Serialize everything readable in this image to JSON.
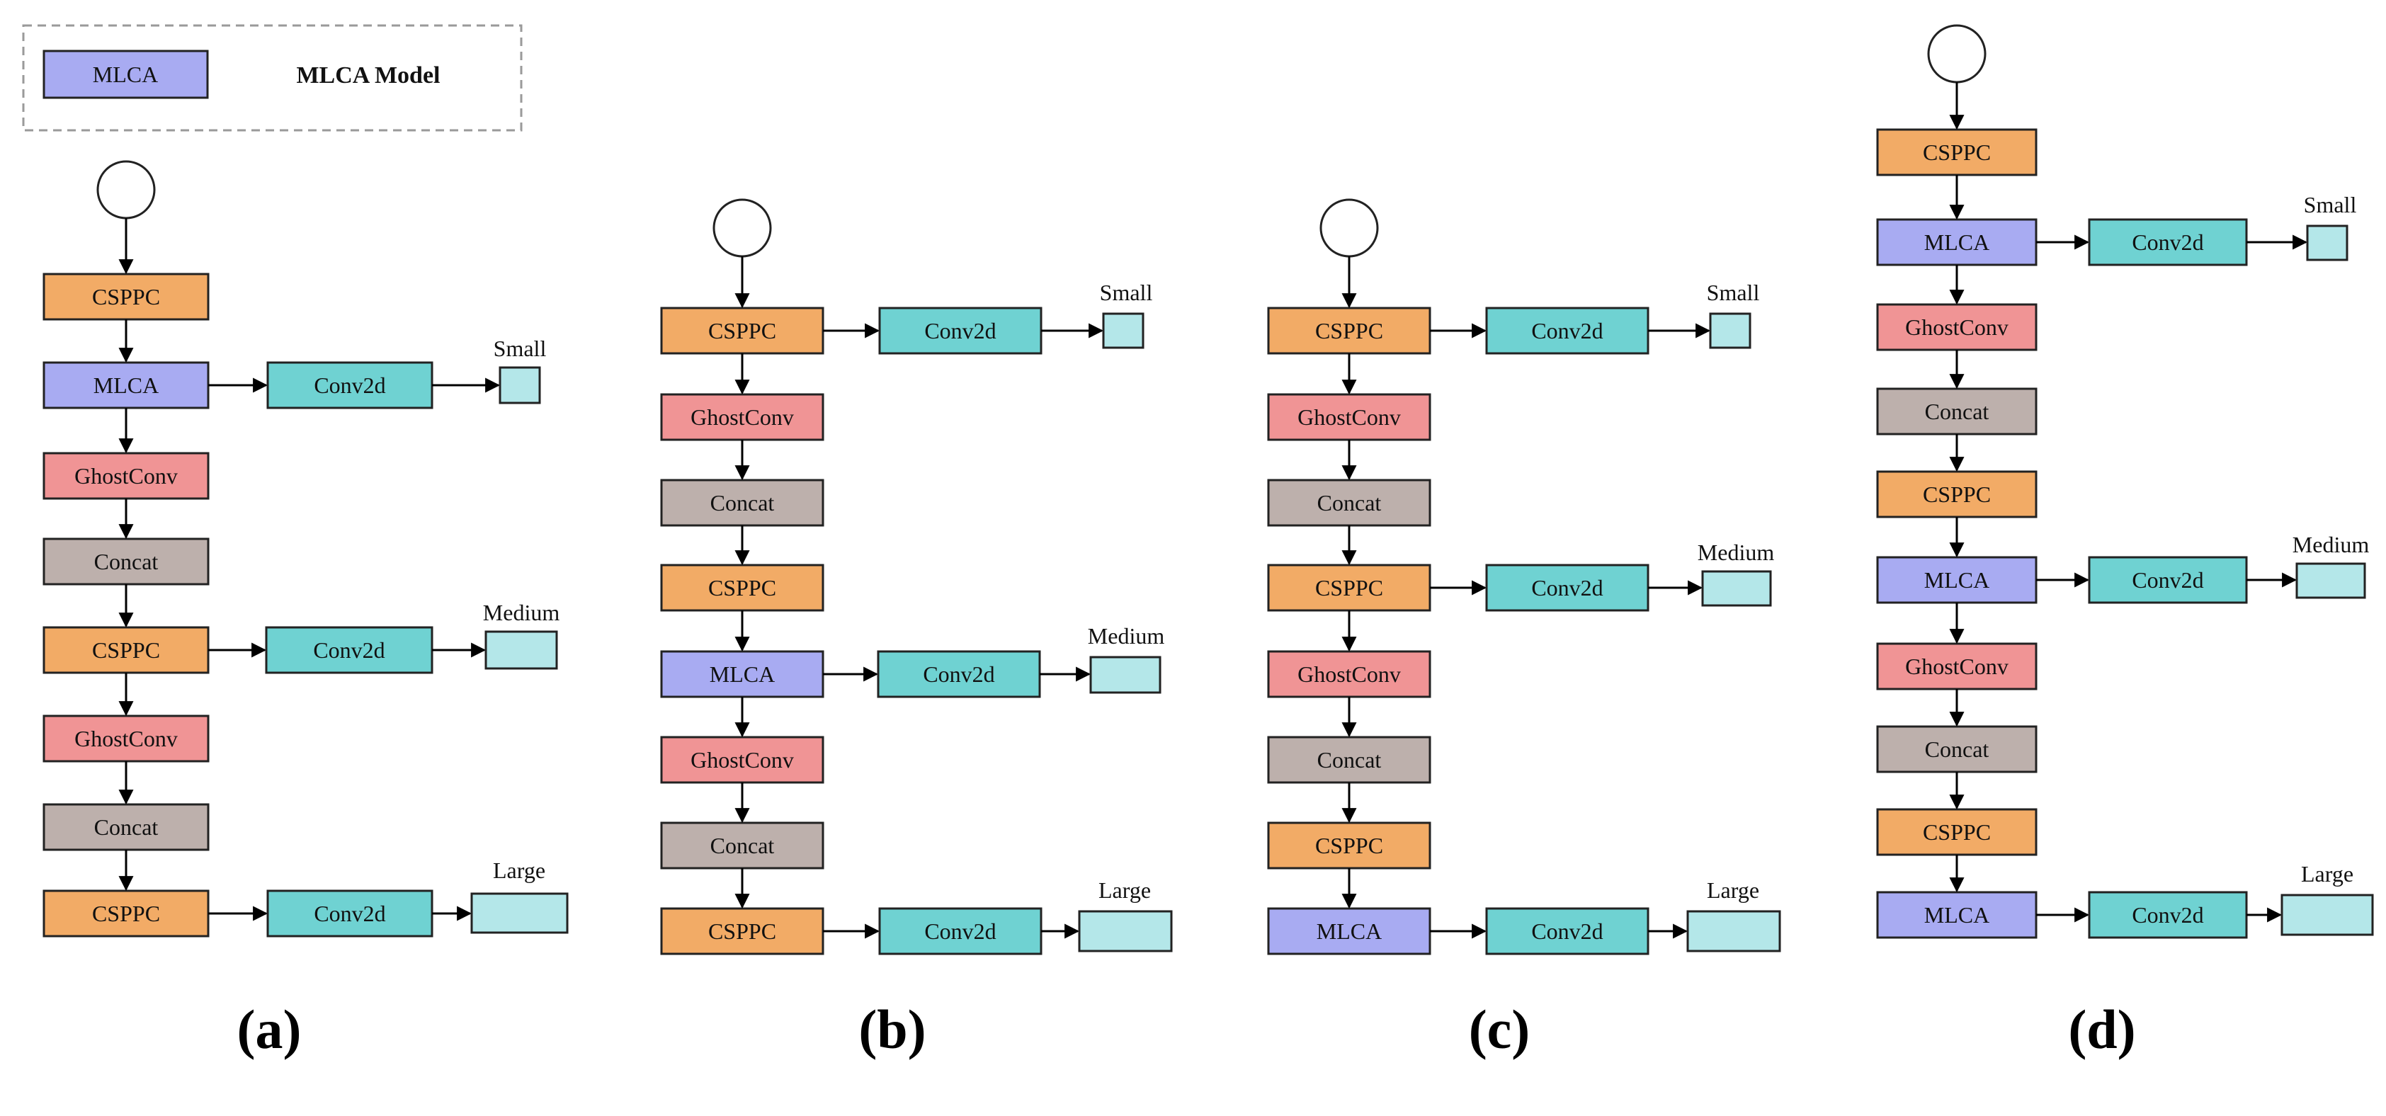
{
  "legend": {
    "box_label": "MLCA",
    "title": "MLCA Model"
  },
  "colors": {
    "CSPPC": "#f2ab66",
    "MLCA": "#a8abf2",
    "GhostConv": "#f09495",
    "Concat": "#bdb0ac",
    "Conv2d": "#6fd2d2",
    "output": "#b4e7e9",
    "stroke": "#222222"
  },
  "panels": [
    {
      "label": "(a)",
      "nodes": [
        "CSPPC",
        "MLCA",
        "GhostConv",
        "Concat",
        "CSPPC",
        "GhostConv",
        "Concat",
        "CSPPC"
      ],
      "branches": [
        {
          "conv": "Conv2d",
          "output": "Small"
        },
        {
          "conv": "Conv2d",
          "output": "Medium"
        },
        {
          "conv": "Conv2d",
          "output": "Large"
        }
      ]
    },
    {
      "label": "(b)",
      "nodes": [
        "CSPPC",
        "GhostConv",
        "Concat",
        "CSPPC",
        "MLCA",
        "GhostConv",
        "Concat",
        "CSPPC"
      ],
      "branches": [
        {
          "conv": "Conv2d",
          "output": "Small"
        },
        {
          "conv": "Conv2d",
          "output": "Medium"
        },
        {
          "conv": "Conv2d",
          "output": "Large"
        }
      ]
    },
    {
      "label": "(c)",
      "nodes": [
        "CSPPC",
        "GhostConv",
        "Concat",
        "CSPPC",
        "GhostConv",
        "Concat",
        "CSPPC",
        "MLCA"
      ],
      "branches": [
        {
          "conv": "Conv2d",
          "output": "Small"
        },
        {
          "conv": "Conv2d",
          "output": "Medium"
        },
        {
          "conv": "Conv2d",
          "output": "Large"
        }
      ]
    },
    {
      "label": "(d)",
      "nodes": [
        "CSPPC",
        "MLCA",
        "GhostConv",
        "Concat",
        "CSPPC",
        "MLCA",
        "GhostConv",
        "Concat",
        "CSPPC",
        "MLCA"
      ],
      "branches": [
        {
          "conv": "Conv2d",
          "output": "Small"
        },
        {
          "conv": "Conv2d",
          "output": "Medium"
        },
        {
          "conv": "Conv2d",
          "output": "Large"
        }
      ]
    }
  ]
}
